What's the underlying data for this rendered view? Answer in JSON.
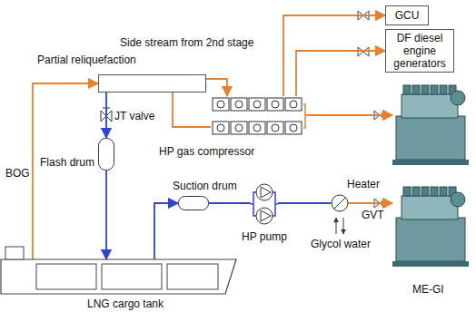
{
  "diagram": {
    "nodes": [
      {
        "text": [
          "GCU"
        ]
      },
      {
        "text": [
          "DF diesel engine generators"
        ]
      },
      {
        "text": [
          "Partial reliquefaction"
        ]
      },
      {
        "text": [
          "HP gas compressor"
        ]
      },
      {
        "text": [
          "Flash drum"
        ]
      },
      {
        "text": [
          "Suction drum"
        ]
      },
      {
        "text": [
          "HP pump"
        ]
      },
      {
        "text": [
          "Heater"
        ]
      },
      {
        "text": [
          "ME-GI"
        ]
      },
      {
        "text": [
          "LNG cargo tank"
        ]
      }
    ],
    "edges": [
      {
        "from": 9,
        "to": 2,
        "arrow": "to"
      },
      {
        "from": 2,
        "to": 3,
        "arrow": "to"
      },
      {
        "from": 3,
        "to": 2,
        "arrow": "to"
      },
      {
        "from": 3,
        "to": 0,
        "arrow": "to"
      },
      {
        "from": 3,
        "to": 1,
        "arrow": "to"
      },
      {
        "from": 3,
        "to": 8,
        "arrow": "to"
      },
      {
        "from": 2,
        "to": 4,
        "arrow": "to"
      },
      {
        "from": 4,
        "to": 9,
        "arrow": "to"
      },
      {
        "from": 9,
        "to": 5,
        "arrow": "to"
      },
      {
        "from": 5,
        "to": 6,
        "arrow": "none"
      },
      {
        "from": 6,
        "to": 7,
        "arrow": "none"
      },
      {
        "from": 7,
        "to": 8,
        "arrow": "to"
      }
    ],
    "labels": [
      "Side stream from 2nd stage",
      "JT valve",
      "BOG",
      "Glycol water",
      "GVT"
    ]
  }
}
